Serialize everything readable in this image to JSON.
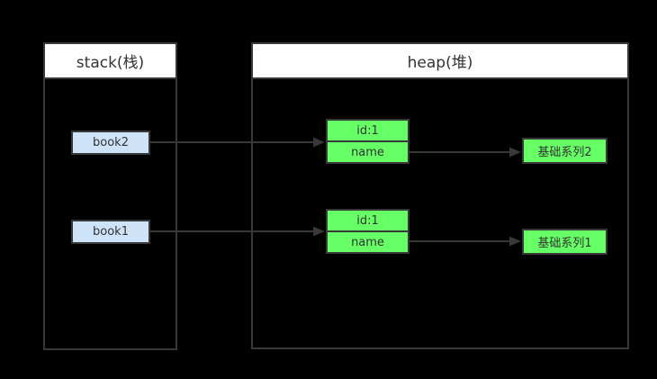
{
  "diagram": {
    "background_color": "#000000",
    "border_color": "#383838",
    "text_color": "#333333",
    "header_bg_color": "#ffffff",
    "stack_item_fill_color": "#cfe3f8",
    "heap_item_fill_color": "#66ff66",
    "stack": {
      "title": "stack(栈)",
      "items": [
        {
          "label": "book2"
        },
        {
          "label": "book1"
        }
      ]
    },
    "heap": {
      "title": "heap(堆)",
      "objects": [
        {
          "fields": [
            {
              "label": "id:1"
            },
            {
              "label": "name"
            }
          ]
        },
        {
          "fields": [
            {
              "label": "id:1"
            },
            {
              "label": "name"
            }
          ]
        }
      ],
      "strings": [
        {
          "label": "基础系列2"
        },
        {
          "label": "基础系列1"
        }
      ]
    },
    "arrows": [
      {
        "from": "book2",
        "to": "heap-object-1"
      },
      {
        "from": "heap-object-1-name",
        "to": "基础系列2"
      },
      {
        "from": "book1",
        "to": "heap-object-2"
      },
      {
        "from": "heap-object-2-name",
        "to": "基础系列1"
      }
    ]
  }
}
